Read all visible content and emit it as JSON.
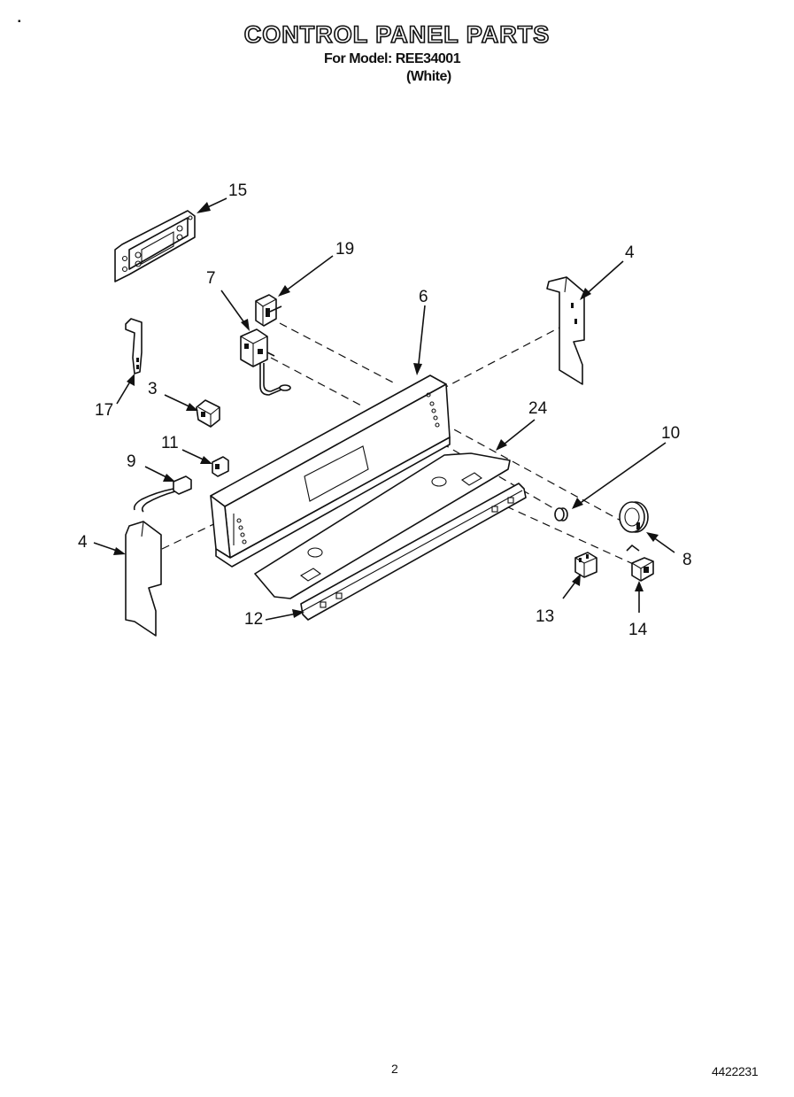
{
  "header": {
    "title": "CONTROL PANEL PARTS",
    "model_line": "For Model: REE34001",
    "color_note": "(White)"
  },
  "diagram": {
    "callouts": [
      {
        "id": "15",
        "label": "15"
      },
      {
        "id": "19",
        "label": "19"
      },
      {
        "id": "7",
        "label": "7"
      },
      {
        "id": "6",
        "label": "6"
      },
      {
        "id": "4-right",
        "label": "4"
      },
      {
        "id": "17",
        "label": "17"
      },
      {
        "id": "3",
        "label": "3"
      },
      {
        "id": "24",
        "label": "24"
      },
      {
        "id": "10",
        "label": "10"
      },
      {
        "id": "11",
        "label": "11"
      },
      {
        "id": "9",
        "label": "9"
      },
      {
        "id": "4-left",
        "label": "4"
      },
      {
        "id": "8",
        "label": "8"
      },
      {
        "id": "12",
        "label": "12"
      },
      {
        "id": "13",
        "label": "13"
      },
      {
        "id": "14",
        "label": "14"
      }
    ]
  },
  "footer": {
    "page_number": "2",
    "document_number": "4422231"
  }
}
